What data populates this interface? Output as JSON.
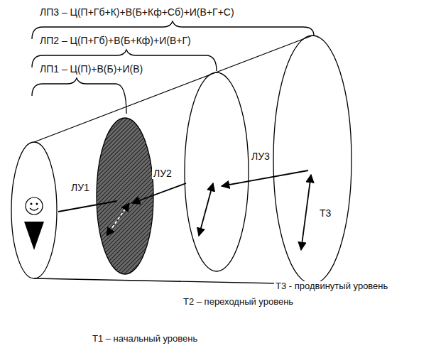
{
  "diagram": {
    "labels": [
      "ЛП3 – Ц(П+Гб+К)+В(Б+Кф+Сб)+И(В+Г+С)",
      "ЛП2 – Ц(П+Гб)+В(Б+Кф)+И(В+Г)",
      "ЛП1 – Ц(П)+В(Б)+И(В)",
      "ЛУ1",
      "ЛУ2",
      "ЛУ3",
      "Т3",
      "Т3 - продвинутый уровень",
      "Т2 – переходный уровень",
      "Т1 – начальный уровень"
    ]
  }
}
